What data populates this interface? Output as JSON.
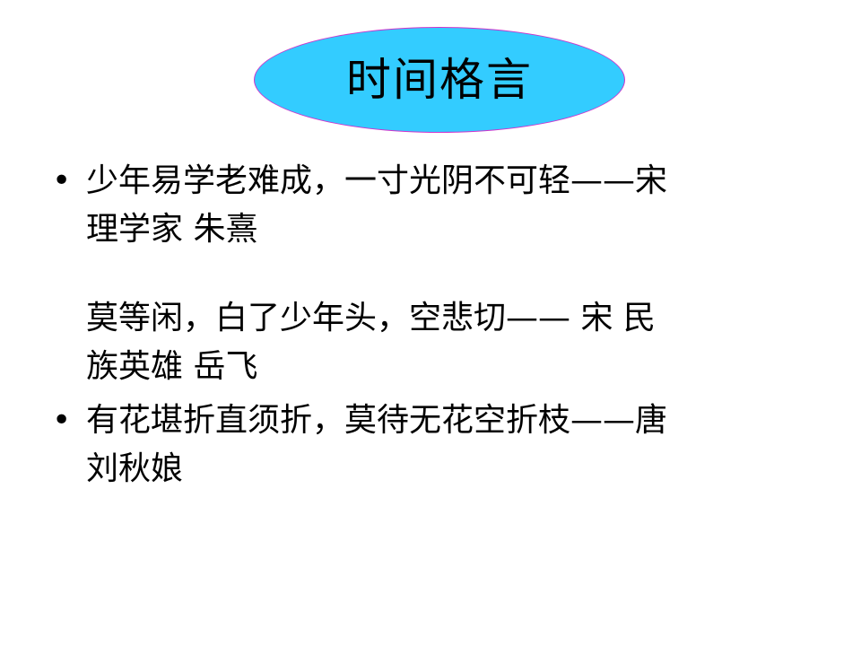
{
  "title": "时间格言",
  "bullet_symbol": "•",
  "quotes": [
    {
      "line1": "少年易学老难成，一寸光阴不可轻——宋",
      "line2": "理学家 朱熹"
    },
    {
      "line1": "莫等闲，白了少年头，空悲切——   宋 民",
      "line2": "族英雄 岳飞"
    },
    {
      "line1": "有花堪折直须折，莫待无花空折枝——唐",
      "line2": "刘秋娘"
    }
  ],
  "colors": {
    "title_fill": "#33ccff",
    "title_border": "#cc33cc",
    "text": "#000000",
    "background": "#ffffff"
  }
}
